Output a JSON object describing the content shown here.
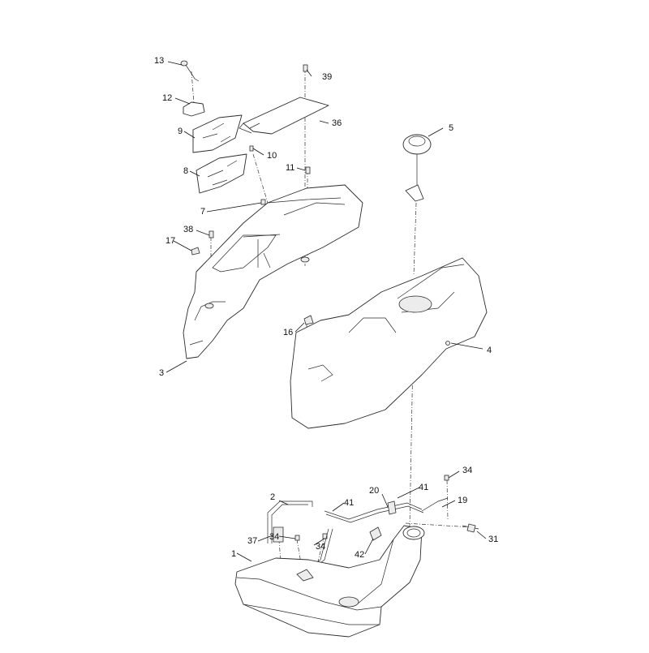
{
  "callouts": {
    "c1": "1",
    "c2": "2",
    "c3": "3",
    "c4": "4",
    "c5": "5",
    "c7": "7",
    "c8": "8",
    "c9": "9",
    "c10": "10",
    "c11": "11",
    "c12": "12",
    "c13": "13",
    "c16": "16",
    "c17": "17",
    "c19": "19",
    "c20": "20",
    "c31": "31",
    "c34a": "34",
    "c34b": "34",
    "c34c": "34",
    "c36": "36",
    "c37": "37",
    "c38": "38",
    "c39": "39",
    "c41a": "41",
    "c41b": "41",
    "c42": "42"
  }
}
